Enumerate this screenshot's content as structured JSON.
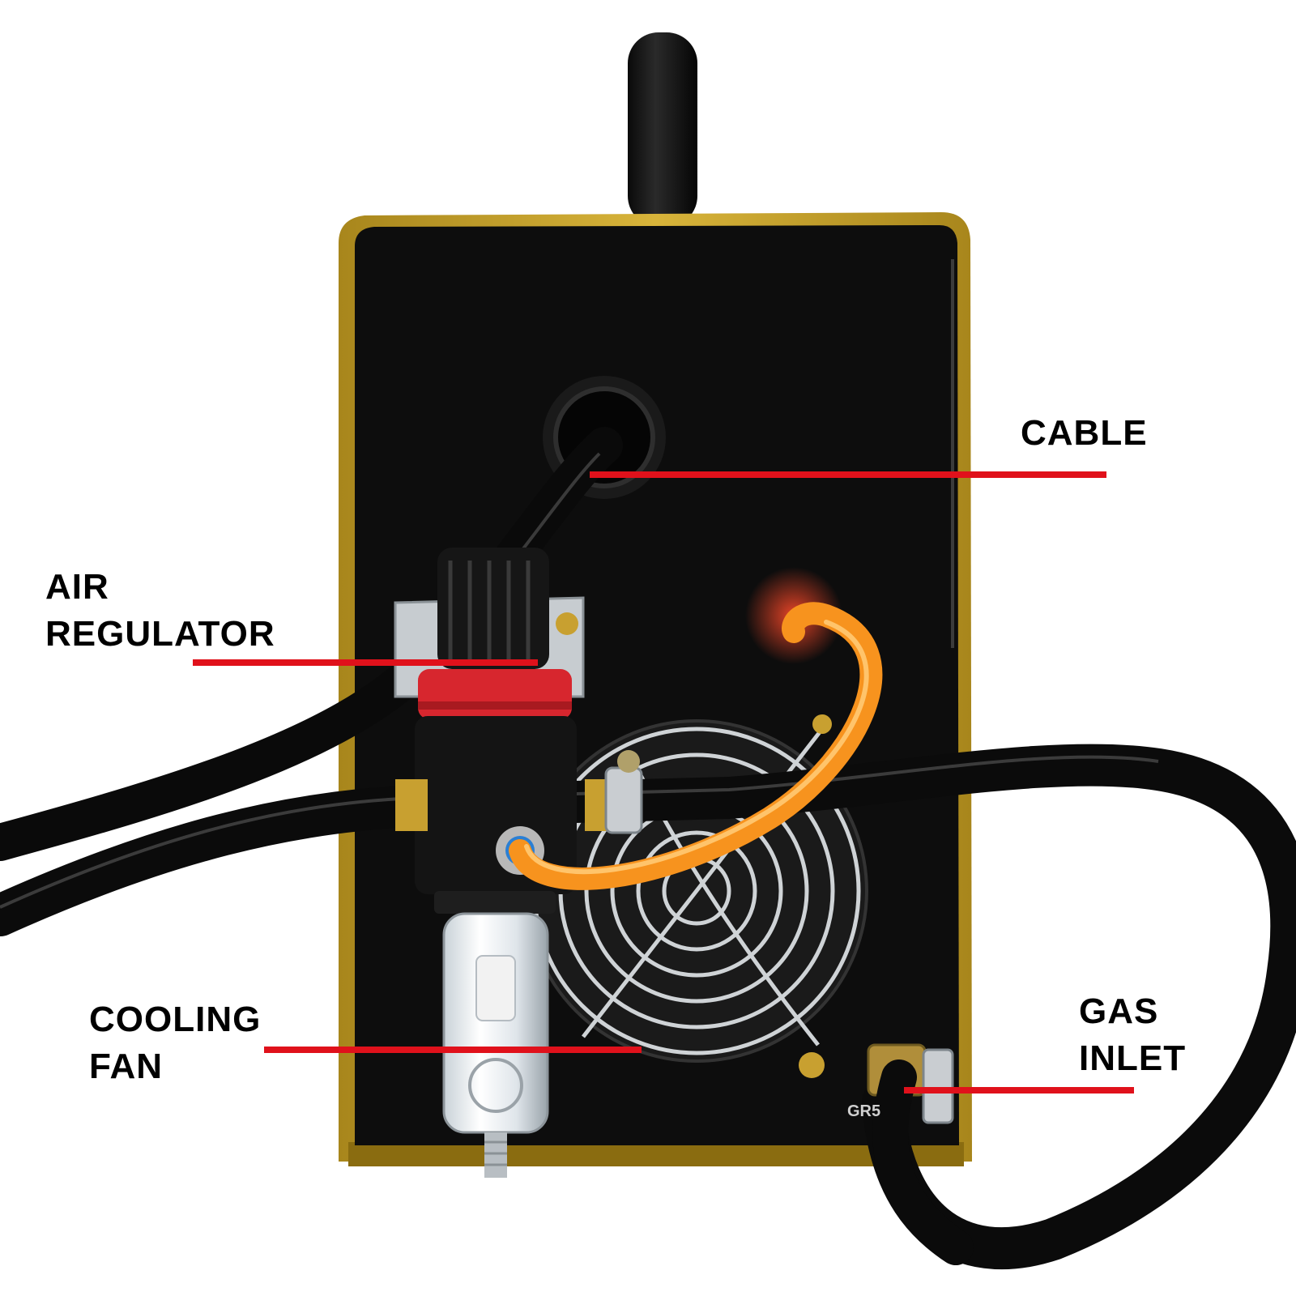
{
  "colors": {
    "background": "#ffffff",
    "casing_trim": "#c9a227",
    "panel": "#0d0d0d",
    "callout_line": "#e0111b",
    "label_text": "#000000",
    "air_tube": "#f7931e",
    "regulator_cap": "#d7262e"
  },
  "labels": {
    "cable": [
      "CABLE"
    ],
    "air_regulator": [
      "AIR",
      "REGULATOR"
    ],
    "cooling_fan": [
      "COOLING",
      "FAN"
    ],
    "gas_inlet": [
      "GAS",
      "INLET"
    ]
  },
  "panel_text": "GR5"
}
